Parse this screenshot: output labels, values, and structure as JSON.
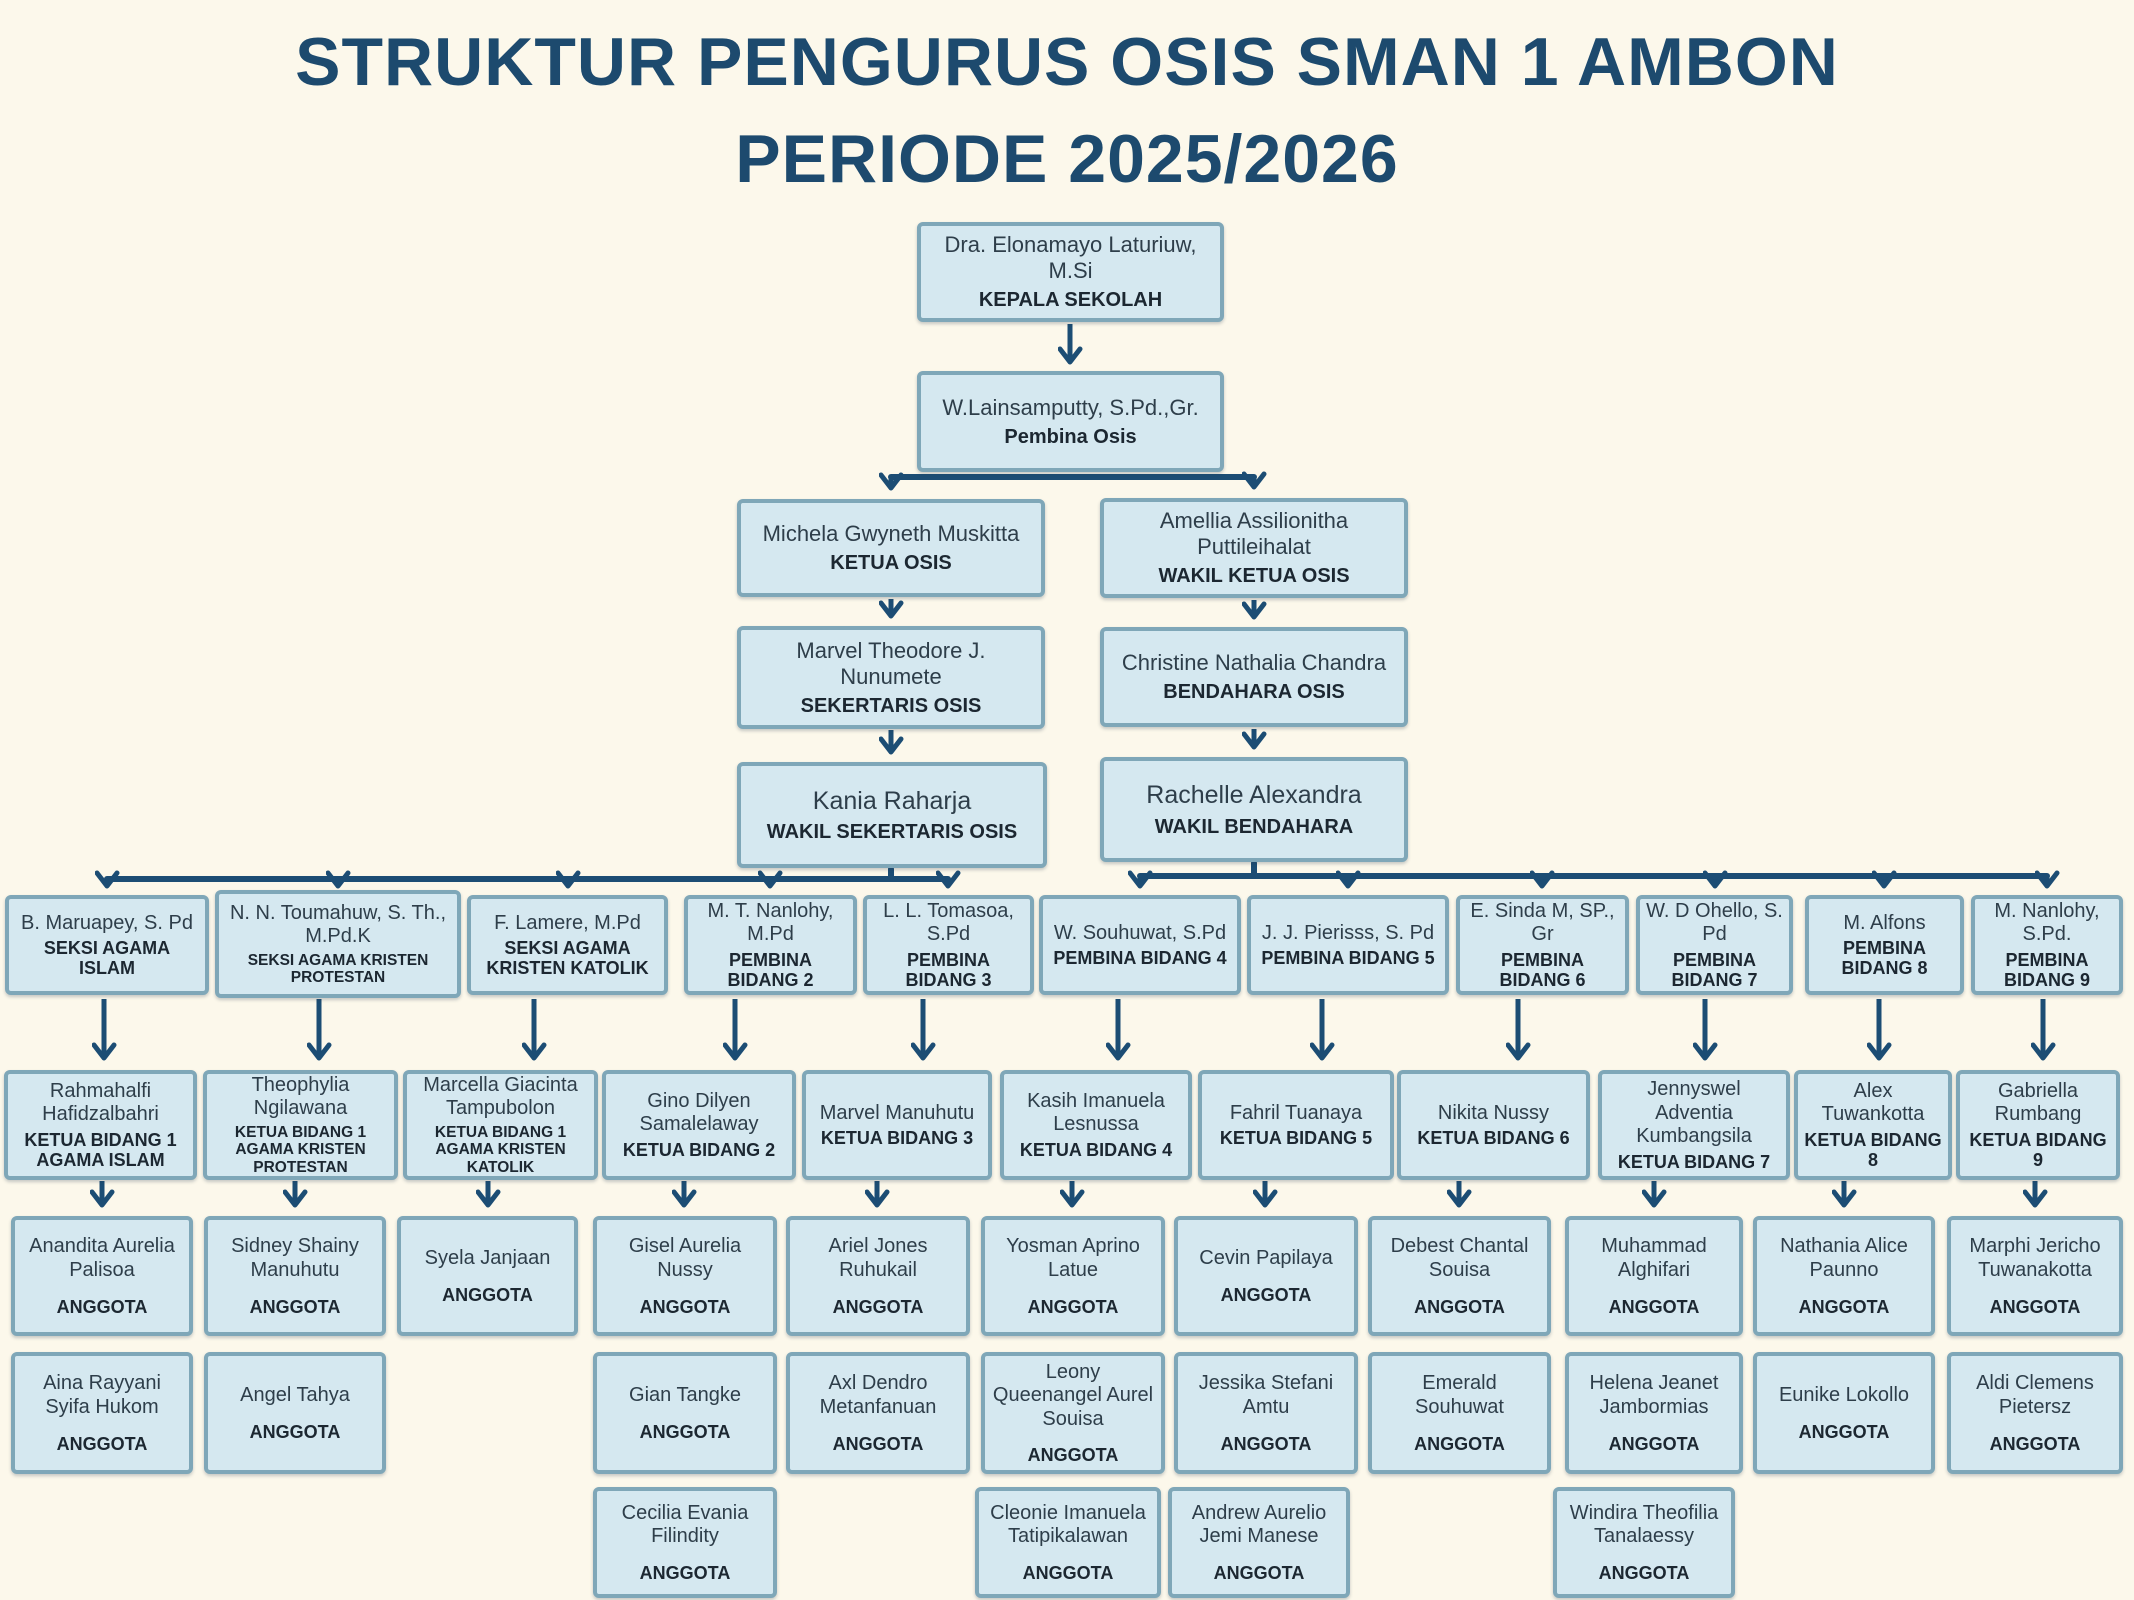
{
  "title": {
    "line1": "STRUKTUR PENGURUS OSIS SMAN 1 AMBON",
    "line2": "PERIODE 2025/2026"
  },
  "colors": {
    "background": "#FCF8EB",
    "box_fill": "#D5E8F0",
    "box_border": "#7FA7B8",
    "connector": "#1C4D74",
    "title_text": "#1D4A6E",
    "name_text": "#2E3E4A",
    "role_text": "#1C2731"
  },
  "center": {
    "kepala_sekolah": {
      "name": "Dra. Elonamayo Laturiuw, M.Si",
      "role": "KEPALA SEKOLAH"
    },
    "pembina_osis": {
      "name": "W.Lainsamputty, S.Pd.,Gr.",
      "role": "Pembina Osis"
    },
    "ketua_osis": {
      "name": "Michela Gwyneth Muskitta",
      "role": "KETUA OSIS"
    },
    "wakil_ketua_osis": {
      "name": "Amellia Assilionitha Puttileihalat",
      "role": "WAKIL KETUA OSIS"
    },
    "sekertaris_osis": {
      "name": "Marvel Theodore J. Nunumete",
      "role": "SEKERTARIS OSIS"
    },
    "bendahara_osis": {
      "name": "Christine Nathalia Chandra",
      "role": "BENDAHARA OSIS"
    },
    "wakil_sekertaris_osis": {
      "name": "Kania Raharja",
      "role": "WAKIL SEKERTARIS OSIS"
    },
    "wakil_bendahara": {
      "name": "Rachelle Alexandra",
      "role": "WAKIL BENDAHARA"
    }
  },
  "columns": [
    {
      "pembina": {
        "name": "B. Maruapey, S. Pd",
        "role": "SEKSI AGAMA ISLAM"
      },
      "ketua": {
        "name": "Rahmahalfi Hafidzalbahri",
        "role": "KETUA BIDANG 1 AGAMA ISLAM"
      },
      "anggota": [
        {
          "name": "Anandita Aurelia Palisoa",
          "role": "ANGGOTA"
        },
        {
          "name": "Aina Rayyani Syifa Hukom",
          "role": "ANGGOTA"
        }
      ]
    },
    {
      "pembina": {
        "name": "N. N. Toumahuw, S. Th., M.Pd.K",
        "role": "SEKSI AGAMA KRISTEN PROTESTAN"
      },
      "ketua": {
        "name": "Theophylia Ngilawana",
        "role": "KETUA BIDANG 1 AGAMA KRISTEN PROTESTAN"
      },
      "anggota": [
        {
          "name": "Sidney Shainy Manuhutu",
          "role": "ANGGOTA"
        },
        {
          "name": "Angel Tahya",
          "role": "ANGGOTA"
        }
      ]
    },
    {
      "pembina": {
        "name": "F. Lamere, M.Pd",
        "role": "SEKSI AGAMA KRISTEN KATOLIK"
      },
      "ketua": {
        "name": "Marcella Giacinta Tampubolon",
        "role": "KETUA BIDANG 1 AGAMA KRISTEN KATOLIK"
      },
      "anggota": [
        {
          "name": "Syela Janjaan",
          "role": "ANGGOTA"
        }
      ]
    },
    {
      "pembina": {
        "name": "M. T. Nanlohy, M.Pd",
        "role": "PEMBINA BIDANG 2"
      },
      "ketua": {
        "name": "Gino Dilyen Samalelaway",
        "role": "KETUA BIDANG 2"
      },
      "anggota": [
        {
          "name": "Gisel Aurelia Nussy",
          "role": "ANGGOTA"
        },
        {
          "name": "Gian Tangke",
          "role": "ANGGOTA"
        },
        {
          "name": "Cecilia Evania Filindity",
          "role": "ANGGOTA"
        }
      ]
    },
    {
      "pembina": {
        "name": "L. L. Tomasoa, S.Pd",
        "role": "PEMBINA BIDANG 3"
      },
      "ketua": {
        "name": "Marvel Manuhutu",
        "role": "KETUA BIDANG 3"
      },
      "anggota": [
        {
          "name": "Ariel Jones Ruhukail",
          "role": "ANGGOTA"
        },
        {
          "name": "Axl Dendro Metanfanuan",
          "role": "ANGGOTA"
        }
      ]
    },
    {
      "pembina": {
        "name": "W. Souhuwat, S.Pd",
        "role": "PEMBINA BIDANG 4"
      },
      "ketua": {
        "name": "Kasih Imanuela Lesnussa",
        "role": "KETUA BIDANG 4"
      },
      "anggota": [
        {
          "name": "Yosman Aprino Latue",
          "role": "ANGGOTA"
        },
        {
          "name": "Leony Queenangel Aurel Souisa",
          "role": "ANGGOTA"
        },
        {
          "name": "Cleonie Imanuela Tatipikalawan",
          "role": "ANGGOTA"
        }
      ]
    },
    {
      "pembina": {
        "name": "J. J. Pierisss, S. Pd",
        "role": "PEMBINA BIDANG 5"
      },
      "ketua": {
        "name": "Fahril Tuanaya",
        "role": "KETUA BIDANG 5"
      },
      "anggota": [
        {
          "name": "Cevin Papilaya",
          "role": "ANGGOTA"
        },
        {
          "name": "Jessika Stefani Amtu",
          "role": "ANGGOTA"
        },
        {
          "name": "Andrew Aurelio Jemi Manese",
          "role": "ANGGOTA"
        }
      ]
    },
    {
      "pembina": {
        "name": "E. Sinda M, SP., Gr",
        "role": "PEMBINA BIDANG 6"
      },
      "ketua": {
        "name": "Nikita Nussy",
        "role": "KETUA BIDANG 6"
      },
      "anggota": [
        {
          "name": "Debest Chantal Souisa",
          "role": "ANGGOTA"
        },
        {
          "name": "Emerald Souhuwat",
          "role": "ANGGOTA"
        }
      ]
    },
    {
      "pembina": {
        "name": "W. D Ohello, S. Pd",
        "role": "PEMBINA BIDANG 7"
      },
      "ketua": {
        "name": "Jennyswel Adventia Kumbangsila",
        "role": "KETUA BIDANG 7"
      },
      "anggota": [
        {
          "name": "Muhammad Alghifari",
          "role": "ANGGOTA"
        },
        {
          "name": "Helena Jeanet Jambormias",
          "role": "ANGGOTA"
        },
        {
          "name": "Windira Theofilia Tanalaessy",
          "role": "ANGGOTA"
        }
      ]
    },
    {
      "pembina": {
        "name": "M. Alfons",
        "role": "PEMBINA BIDANG 8"
      },
      "ketua": {
        "name": "Alex Tuwankotta",
        "role": "KETUA BIDANG 8"
      },
      "anggota": [
        {
          "name": "Nathania Alice Paunno",
          "role": "ANGGOTA"
        },
        {
          "name": "Eunike Lokollo",
          "role": "ANGGOTA"
        }
      ]
    },
    {
      "pembina": {
        "name": "M. Nanlohy, S.Pd.",
        "role": "PEMBINA BIDANG 9"
      },
      "ketua": {
        "name": "Gabriella Rumbang",
        "role": "KETUA BIDANG 9"
      },
      "anggota": [
        {
          "name": "Marphi Jericho Tuwanakotta",
          "role": "ANGGOTA"
        },
        {
          "name": "Aldi Clemens Pietersz",
          "role": "ANGGOTA"
        }
      ]
    }
  ]
}
